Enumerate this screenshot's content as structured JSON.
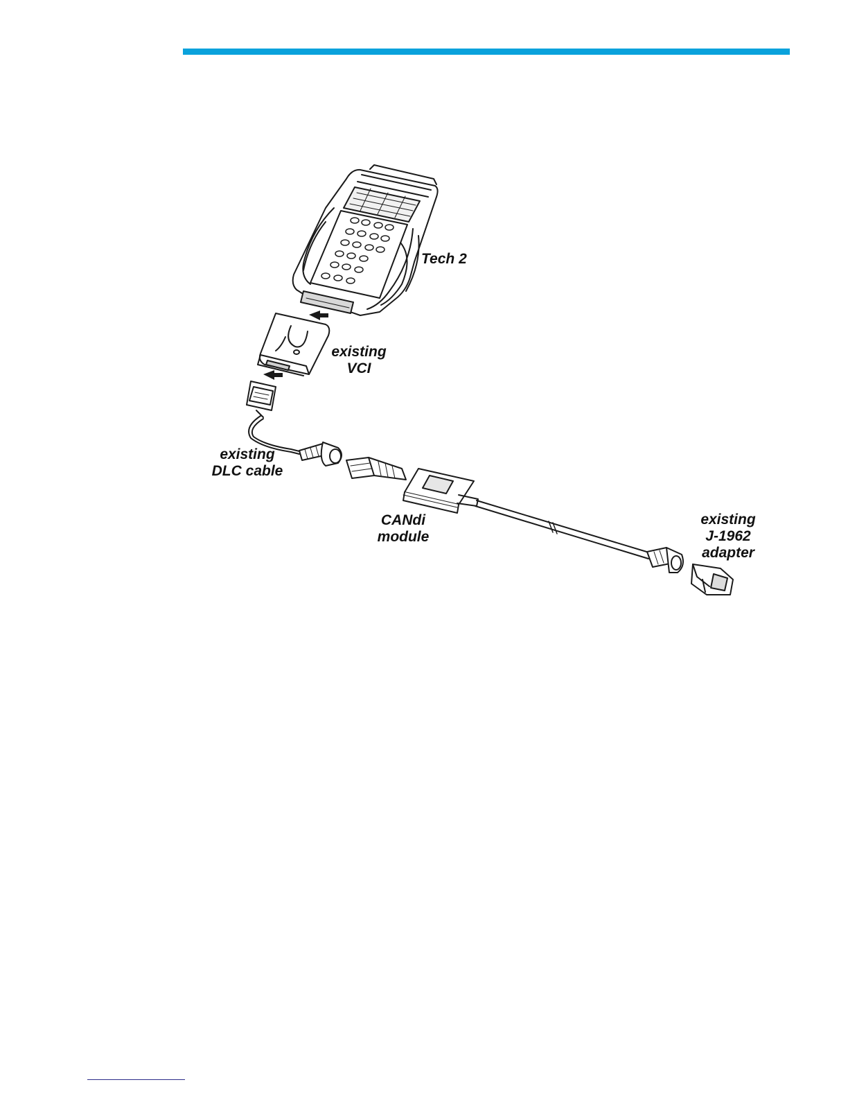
{
  "colors": {
    "accent_rule": "#0aa2dc",
    "line_art": "#1a1a1a",
    "footnote_rule": "#2c2c8a"
  },
  "labels": {
    "tech2": [
      "Tech 2"
    ],
    "vci": [
      "existing",
      "VCI"
    ],
    "dlc_cable": [
      "existing",
      "DLC cable"
    ],
    "candi_module": [
      "CANdi",
      "module"
    ],
    "j1962_adapter": [
      "existing",
      "J-1962",
      "adapter"
    ]
  }
}
